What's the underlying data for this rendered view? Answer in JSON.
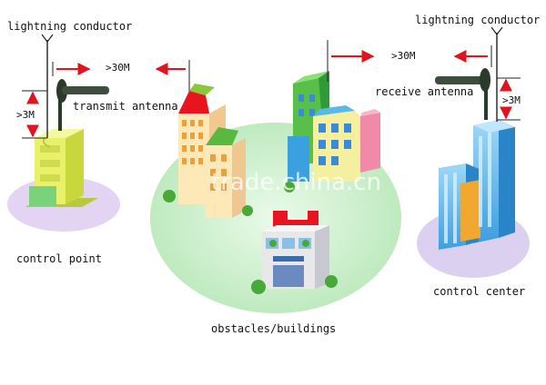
{
  "labels": {
    "lightning_left": "lightning conductor",
    "lightning_right": "lightning conductor",
    "transmit_antenna": "transmit antenna",
    "receive_antenna": "receive antenna",
    "control_point": "control point",
    "control_center": "control center",
    "obstacles": "obstacles/buildings"
  },
  "distances": {
    "left_horizontal": ">30M",
    "right_horizontal": ">30M",
    "left_vertical": ">3M",
    "right_vertical": ">3M"
  },
  "watermark": "trade.china.cn",
  "colors": {
    "arrow_red": "#e0141e",
    "ellipse_green": "#c8f0c8",
    "ellipse_purple": "#d8c8ee",
    "antenna_dark": "#2b3a2b"
  }
}
